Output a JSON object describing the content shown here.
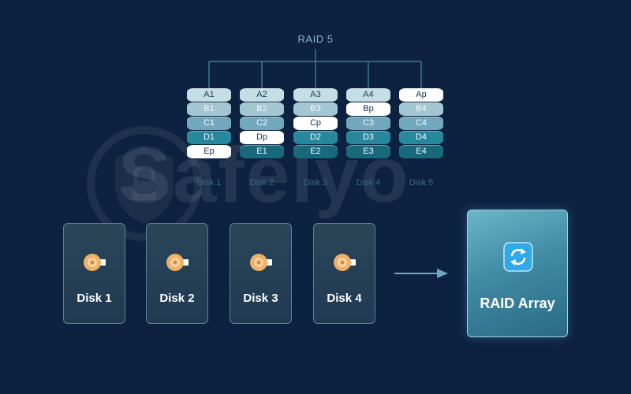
{
  "diagram": {
    "title": "RAID 5",
    "watermark": "Safelyo",
    "stripes": [
      {
        "label": "Disk 1",
        "blocks": [
          "A1",
          "B1",
          "C1",
          "D1",
          "Ep"
        ],
        "parity_index": 4
      },
      {
        "label": "Disk 2",
        "blocks": [
          "A2",
          "B2",
          "C2",
          "Dp",
          "E1"
        ],
        "parity_index": 3
      },
      {
        "label": "Disk 3",
        "blocks": [
          "A3",
          "B3",
          "Cp",
          "D2",
          "E2"
        ],
        "parity_index": 2
      },
      {
        "label": "Disk 4",
        "blocks": [
          "A4",
          "Bp",
          "C3",
          "D3",
          "E3"
        ],
        "parity_index": 1
      },
      {
        "label": "Disk 5",
        "blocks": [
          "Ap",
          "B4",
          "C4",
          "D4",
          "E4"
        ],
        "parity_index": 0
      }
    ],
    "disks": [
      {
        "label": "Disk 1"
      },
      {
        "label": "Disk 2"
      },
      {
        "label": "Disk 3"
      },
      {
        "label": "Disk 4"
      }
    ],
    "result": {
      "label": "RAID Array",
      "icon": "sync-icon"
    },
    "colors": {
      "background": "#0d2240",
      "parity": "#ffffff",
      "accent": "#2fa9e8",
      "disk_icon": "#f0b066"
    }
  }
}
